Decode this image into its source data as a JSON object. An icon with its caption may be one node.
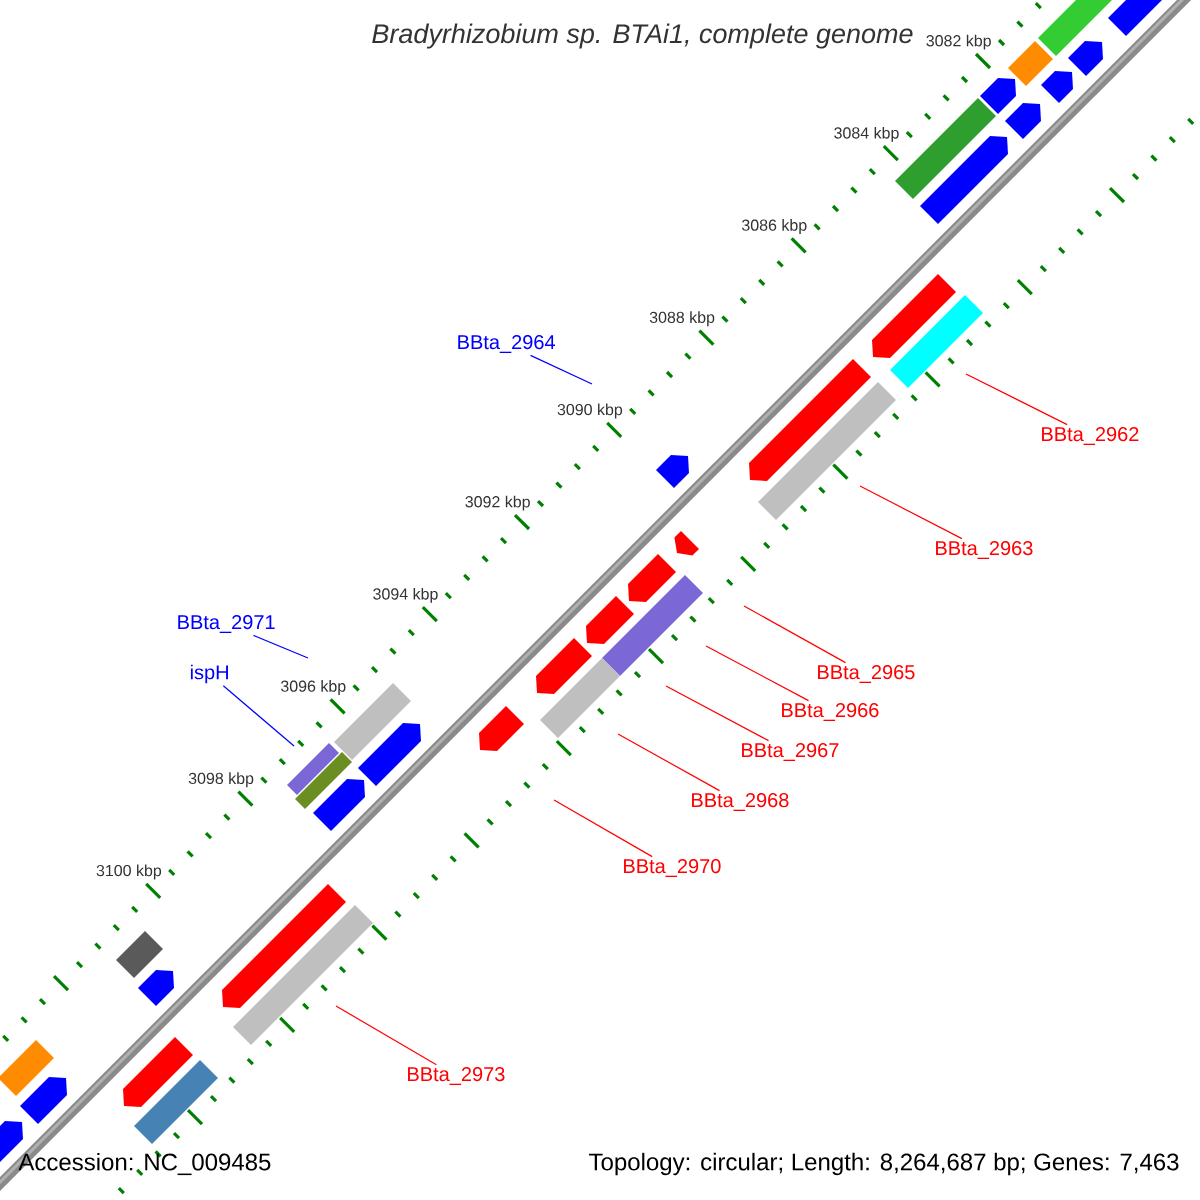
{
  "diagram": {
    "title": "Bradyrhizobium sp. BTAi1, complete genome",
    "nodes": [
      {
        "text": [
          "BBta_2964"
        ]
      },
      {
        "text": [
          "BBta_2962"
        ]
      },
      {
        "text": [
          "BBta_2963"
        ]
      },
      {
        "text": [
          "BBta_2971"
        ]
      },
      {
        "text": [
          "BBta_2965"
        ]
      },
      {
        "text": [
          "ispH"
        ]
      },
      {
        "text": [
          "BBta_2966"
        ]
      },
      {
        "text": [
          "BBta_2967"
        ]
      },
      {
        "text": [
          "BBta_2968"
        ]
      },
      {
        "text": [
          "BBta_2970"
        ]
      },
      {
        "text": [
          "BBta_2973"
        ]
      }
    ],
    "edges": [
      {
        "from": 0,
        "to": null,
        "arrow": "none",
        "color": "#0000ff"
      },
      {
        "from": 1,
        "to": null,
        "arrow": "none"
      },
      {
        "from": 2,
        "to": null,
        "arrow": "none"
      },
      {
        "from": 3,
        "to": null,
        "arrow": "none",
        "color": "#0000ff"
      },
      {
        "from": 4,
        "to": null,
        "arrow": "none"
      },
      {
        "from": 5,
        "to": null,
        "arrow": "none",
        "color": "#0000ff"
      },
      {
        "from": 6,
        "to": null,
        "arrow": "none"
      },
      {
        "from": 7,
        "to": null,
        "arrow": "none"
      },
      {
        "from": 8,
        "to": null,
        "arrow": "none"
      },
      {
        "from": 9,
        "to": null,
        "arrow": "none"
      },
      {
        "from": 10,
        "to": null,
        "arrow": "none"
      }
    ],
    "labels": [
      "3082 kbp",
      "3084 kbp",
      "3086 kbp",
      "3088 kbp",
      "3090 kbp",
      "3092 kbp",
      "3094 kbp",
      "3096 kbp",
      "3098 kbp",
      "3100 kbp",
      "Accession: NC_009485",
      "Topology: circular; Length: 8,264,687 bp; Genes: 7,463"
    ]
  }
}
